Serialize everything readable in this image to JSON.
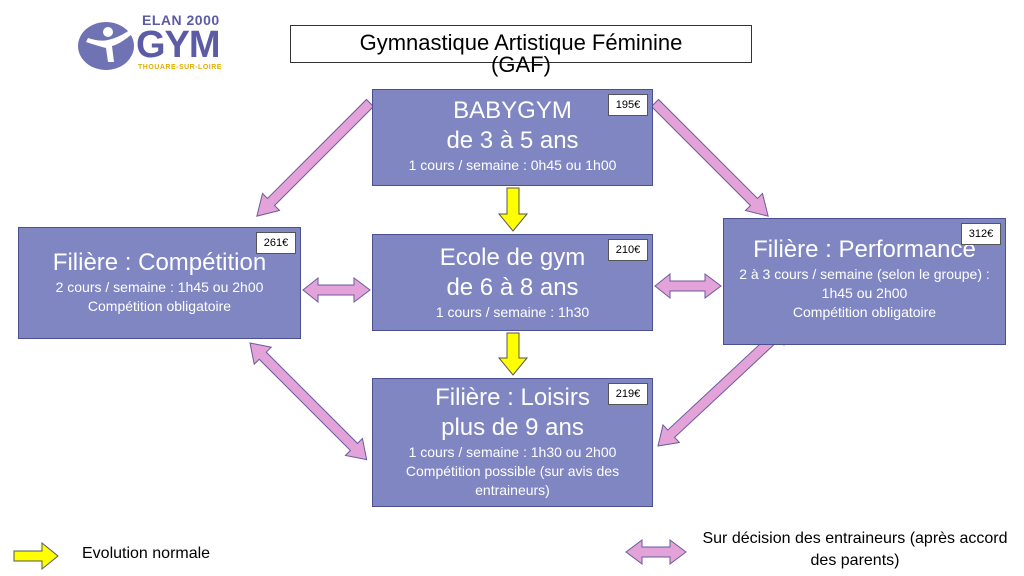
{
  "logo": {
    "line1": "ELAN 2000",
    "line2": "GYM",
    "line3": "THOUARE-SUR-LOIRE"
  },
  "title": {
    "line1": "Gymnastique Artistique Féminine",
    "line2": "(GAF)"
  },
  "boxes": {
    "babygym": {
      "title": "BABYGYM",
      "age": "de 3 à 5 ans",
      "detail": "1 cours / semaine : 0h45 ou 1h00",
      "price": "195€"
    },
    "ecole": {
      "title": "Ecole de gym",
      "age": "de 6 à 8 ans",
      "detail": "1 cours / semaine : 1h30",
      "price": "210€"
    },
    "loisirs": {
      "title": "Filière : Loisirs",
      "age": "plus de 9 ans",
      "detail1": "1 cours / semaine : 1h30 ou 2h00",
      "detail2": "Compétition possible (sur avis des entraineurs)",
      "price": "219€"
    },
    "competition": {
      "title": "Filière : Compétition",
      "detail1": "2 cours / semaine : 1h45 ou 2h00",
      "detail2": "Compétition obligatoire",
      "price": "261€"
    },
    "performance": {
      "title": "Filière : Performance",
      "detail1": "2 à 3 cours / semaine (selon le groupe) : 1h45 ou 2h00",
      "detail2": "Compétition obligatoire",
      "price": "312€"
    }
  },
  "legend": {
    "normal": "Evolution normale",
    "decision": "Sur décision des entraineurs (après accord des parents)"
  },
  "colors": {
    "box": "#7f86c2",
    "yellow_arrow": "#ffff00",
    "pink_arrow": "#e4a3d8"
  }
}
